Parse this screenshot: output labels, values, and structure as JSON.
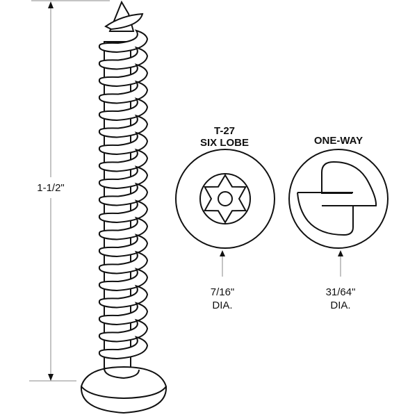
{
  "length_label": "1-1/2\"",
  "drives": [
    {
      "name_line1": "T-27",
      "name_line2": "SIX LOBE",
      "diameter": "7/16\"",
      "dia_label": "DIA."
    },
    {
      "name_line1": "ONE-WAY",
      "diameter": "31/64\"",
      "dia_label": "DIA."
    }
  ],
  "colors": {
    "line": "#111111",
    "dim_line": "#888888"
  }
}
